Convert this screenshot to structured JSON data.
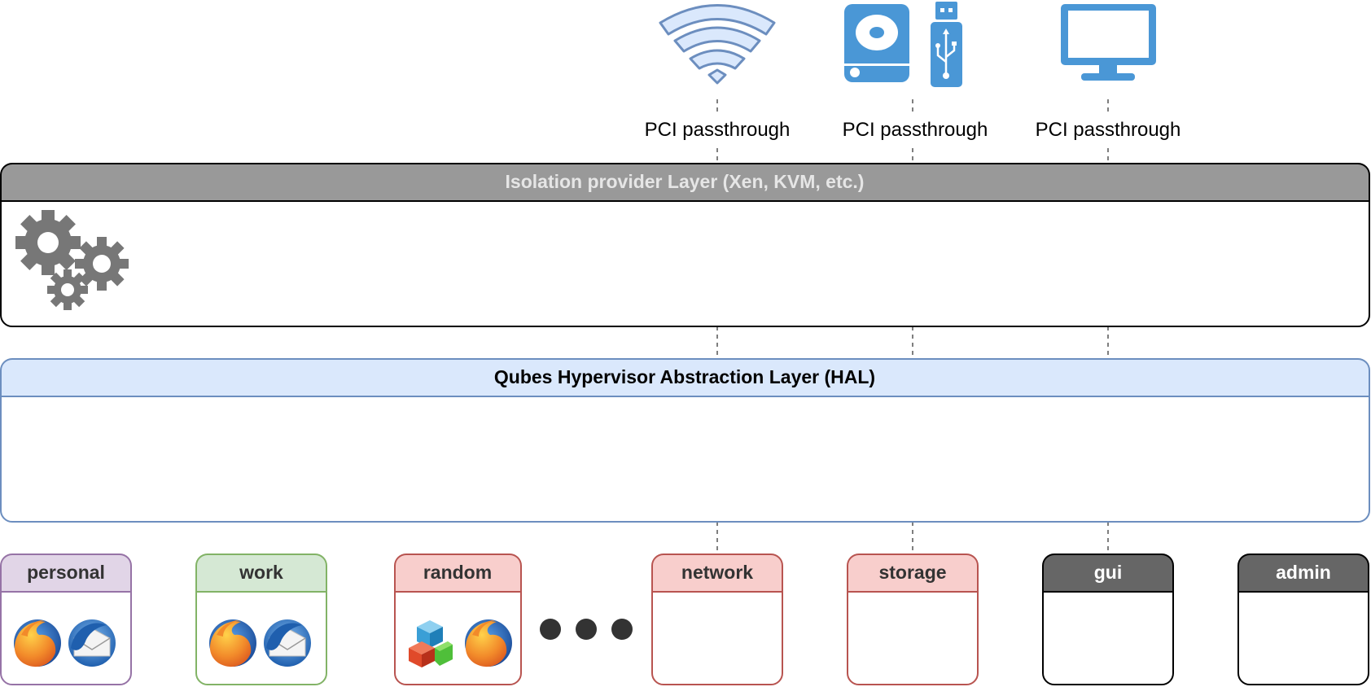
{
  "devices": [
    {
      "icon": "wifi-icon",
      "label": "PCI passthrough"
    },
    {
      "icon": "hard-drive-icon",
      "label": "PCI passthrough"
    },
    {
      "icon": "monitor-icon",
      "label": "PCI passthrough"
    }
  ],
  "usb_icon": "usb-stick-icon",
  "isolation_layer": {
    "title": "Isolation provider Layer (Xen, KVM, etc.)",
    "icon": "gears-icon"
  },
  "hal_layer": {
    "title": "Qubes Hypervisor Abstraction Layer (HAL)"
  },
  "qubes": [
    {
      "name": "personal",
      "apps": [
        "firefox-icon",
        "thunderbird-icon"
      ]
    },
    {
      "name": "work",
      "apps": [
        "firefox-icon",
        "thunderbird-icon"
      ]
    },
    {
      "name": "random",
      "apps": [
        "cubes-icon",
        "firefox-icon"
      ]
    },
    {
      "name": "network",
      "apps": []
    },
    {
      "name": "storage",
      "apps": []
    },
    {
      "name": "gui",
      "apps": []
    },
    {
      "name": "admin",
      "apps": []
    }
  ],
  "ellipsis_icon": "more-dots-icon",
  "colors": {
    "device_blue": "#4a97d6",
    "wifi_fill": "#dae8fc",
    "wifi_stroke": "#6c8ebf",
    "isolation_header": "#999999",
    "isolation_title_text": "#e6e6e6",
    "hal_header": "#dae8fc",
    "hal_border": "#6c8ebf",
    "personal_fill": "#e1d5e7",
    "personal_border": "#9673a6",
    "work_fill": "#d5e8d4",
    "work_border": "#82b366",
    "red_fill": "#f8cecc",
    "red_border": "#b85450",
    "gray_header": "#666666",
    "gears": "#777777"
  }
}
